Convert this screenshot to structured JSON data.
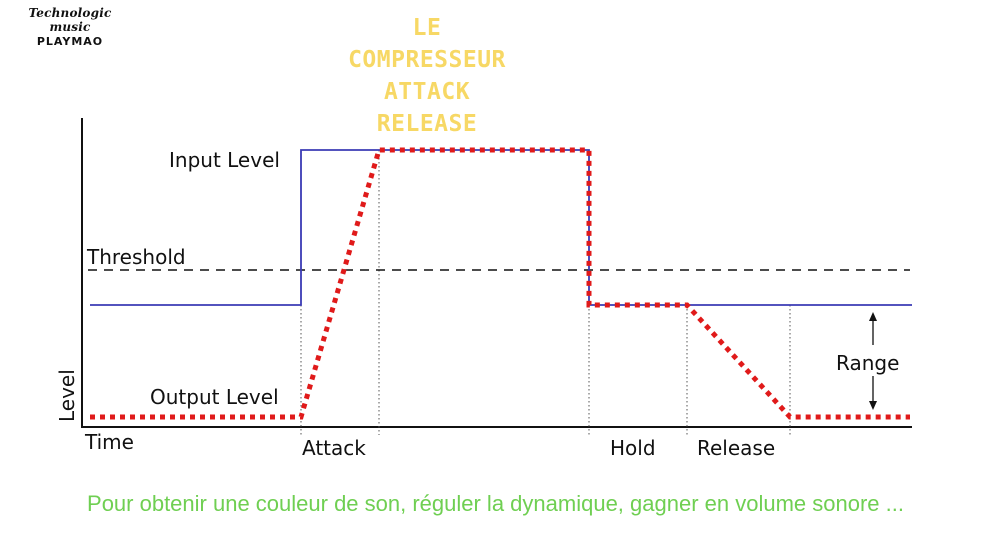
{
  "logo": {
    "script": "Technologic music",
    "brand": "PLAYMAO"
  },
  "title": {
    "lines": [
      "LE",
      "COMPRESSEUR",
      "ATTACK",
      "RELEASE"
    ]
  },
  "diagram": {
    "labels": {
      "input_level": "Input Level",
      "threshold": "Threshold",
      "output_level": "Output Level",
      "range": "Range",
      "level_axis": "Level",
      "time_axis": "Time",
      "attack": "Attack",
      "hold": "Hold",
      "release": "Release"
    },
    "colors": {
      "input": "#3b3bb5",
      "output": "#e01a1a",
      "threshold": "#111111",
      "axis": "#111111",
      "title": "#f7d865",
      "caption": "#6fcf52"
    }
  },
  "caption": "Pour obtenir une couleur de son, réguler la dynamique, gagner en volume sonore ..."
}
